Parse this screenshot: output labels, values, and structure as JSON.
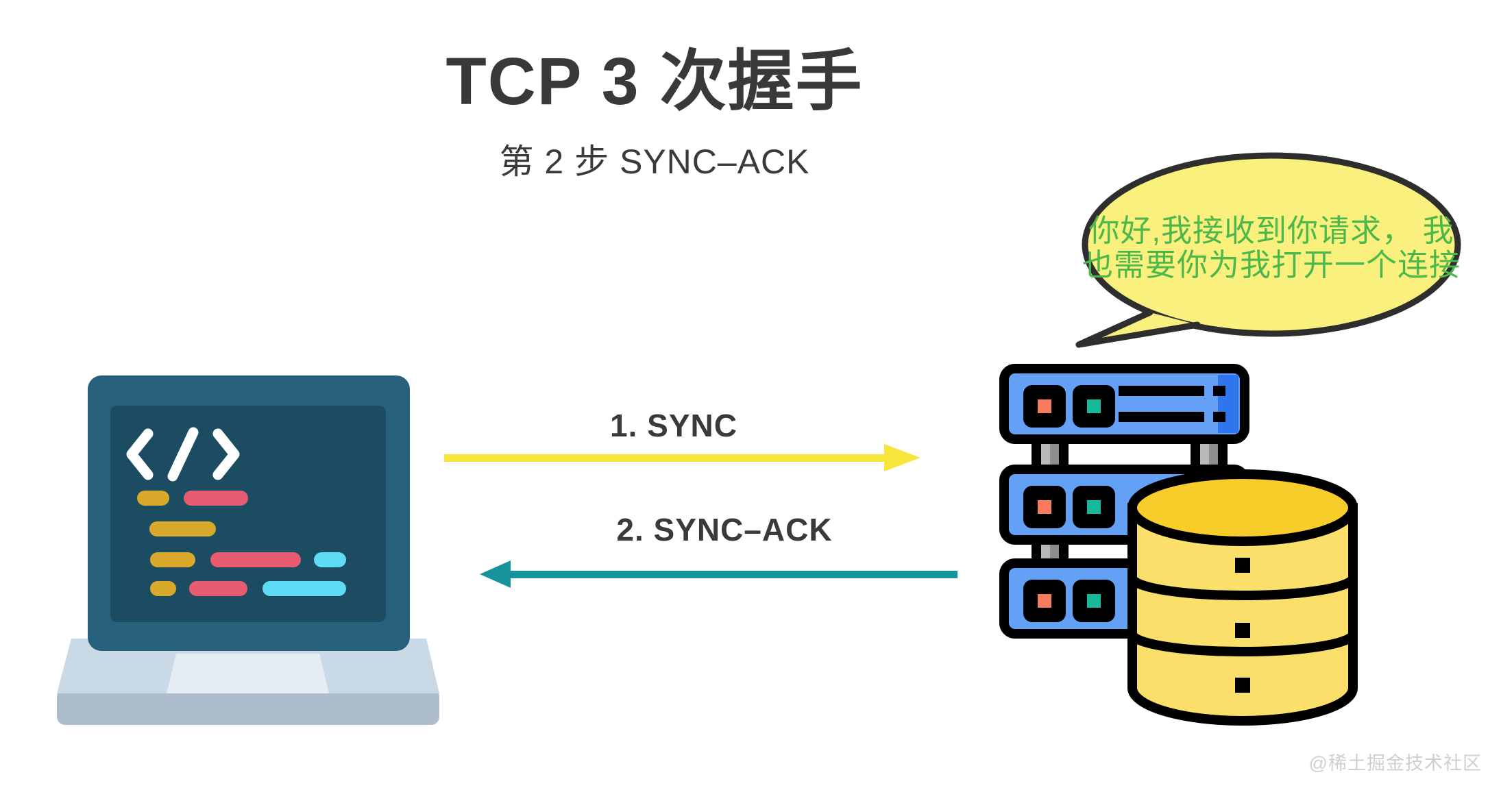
{
  "title": "TCP 3 次握手",
  "subtitle": "第 2 步 SYNC–ACK",
  "bubble": {
    "speaker": "server",
    "line1": "你好,我接收到你请求， 我",
    "line2": "也需要你为我打开一个连接",
    "fill_color": "#f9f07e",
    "text_color": "#4cb84c",
    "border_color": "#2e2e2e"
  },
  "arrows": [
    {
      "label": "1. SYNC",
      "direction": "right",
      "from": "client",
      "to": "server",
      "color": "#f8e53b"
    },
    {
      "label": "2. SYNC–ACK",
      "direction": "left",
      "from": "server",
      "to": "client",
      "color": "#15949e"
    }
  ],
  "icons": {
    "client": "laptop-code-icon",
    "server": "server-database-icon"
  },
  "colors": {
    "title": "#39393b",
    "laptop_frame": "#27607a",
    "laptop_screen": "#1c4c62",
    "laptop_base": "#cad9e6",
    "server_blue": "#64a0f6",
    "database_yellow": "#f7ce29",
    "indicator_orange": "#f77b5f",
    "indicator_teal": "#18b89a"
  },
  "watermark": "@稀土掘金技术社区"
}
